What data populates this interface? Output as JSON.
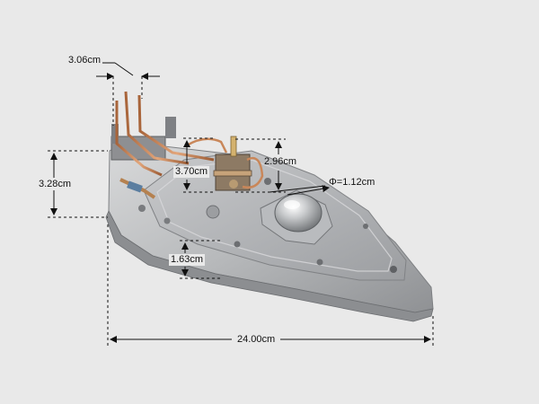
{
  "image": {
    "subject": "iron soleplate assembly with heating element and thermostat",
    "background_color": "#e9e9e9"
  },
  "measurements": {
    "top_width": "3.06cm",
    "left_height": "3.28cm",
    "thermostat_height": "3.70cm",
    "thermostat_width": "2.96cm",
    "dome_diameter": "Φ=1.12cm",
    "plate_thickness": "1.63cm",
    "total_length": "24.00cm"
  }
}
